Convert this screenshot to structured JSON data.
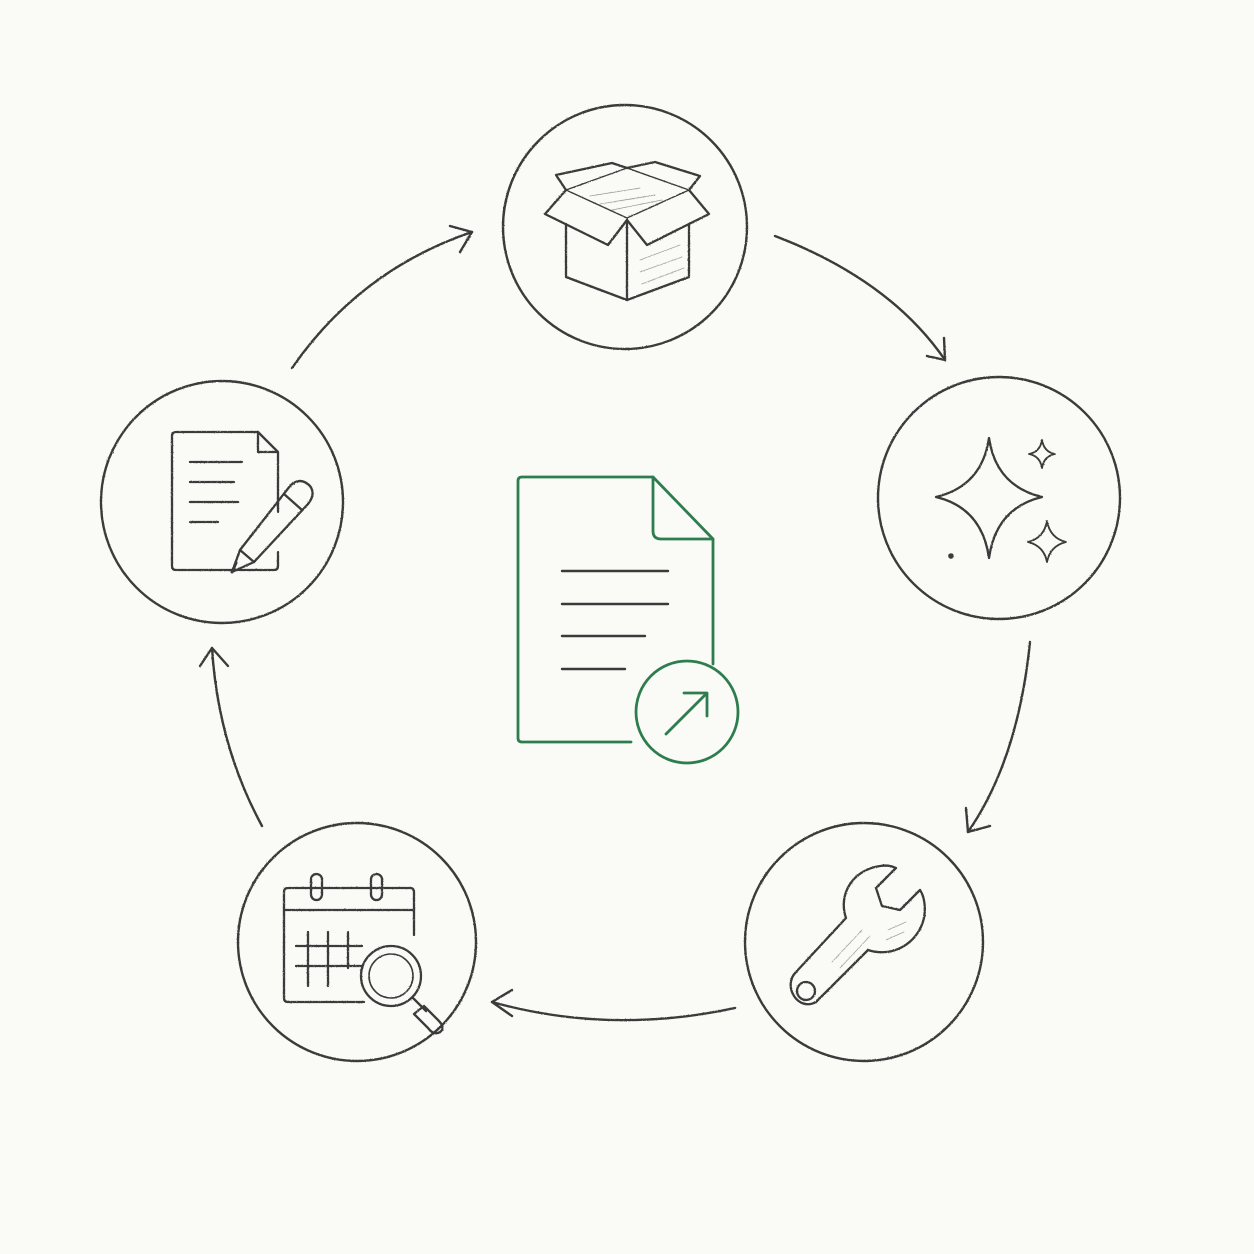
{
  "diagram": {
    "type": "cycle",
    "colors": {
      "background": "#fafaf7",
      "ink": "#3a3a3a",
      "accent": "#2e7d4f"
    },
    "center": {
      "icon": "document-export-icon"
    },
    "stages": [
      {
        "id": "package",
        "icon": "open-box-icon"
      },
      {
        "id": "enhance",
        "icon": "sparkles-icon"
      },
      {
        "id": "maintain",
        "icon": "wrench-icon"
      },
      {
        "id": "schedule-review",
        "icon": "calendar-search-icon"
      },
      {
        "id": "draft",
        "icon": "document-pencil-icon"
      }
    ],
    "flow_direction": "clockwise"
  }
}
